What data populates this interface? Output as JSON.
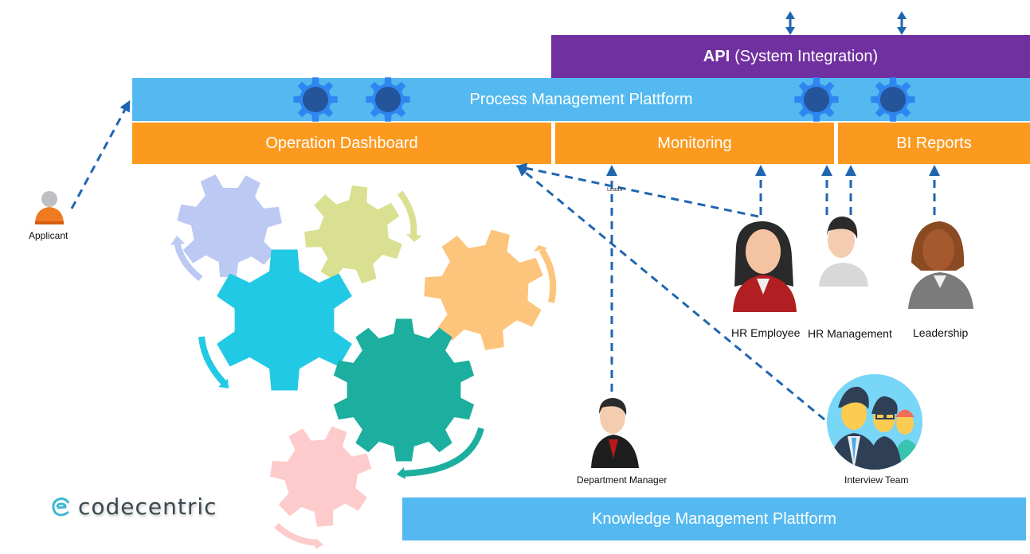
{
  "api_bar": {
    "bold": "API",
    "rest": "(System Integration)"
  },
  "process_platform": {
    "label": "Process Management Plattform"
  },
  "modules": [
    {
      "label": "Operation Dashboard"
    },
    {
      "label": "Monitoring"
    },
    {
      "label": "BI Reports"
    }
  ],
  "knowledge_platform": {
    "label": "Knowledge Management Plattform"
  },
  "actors": {
    "applicant": "Applicant",
    "hr_employee": "HR Employee",
    "hr_management": "HR Management",
    "leadership": "Leadership",
    "department_manager": "Department Manager",
    "interview_team": "Interview Team"
  },
  "connector_label": "Leads",
  "logo": {
    "text": "codecentric"
  },
  "colors": {
    "api": "#70309f",
    "platform": "#53b9f0",
    "module": "#fb9a1f",
    "arrow": "#1f66b0",
    "gear_small": "#2f86f0",
    "gear_small_center": "#24549a"
  }
}
